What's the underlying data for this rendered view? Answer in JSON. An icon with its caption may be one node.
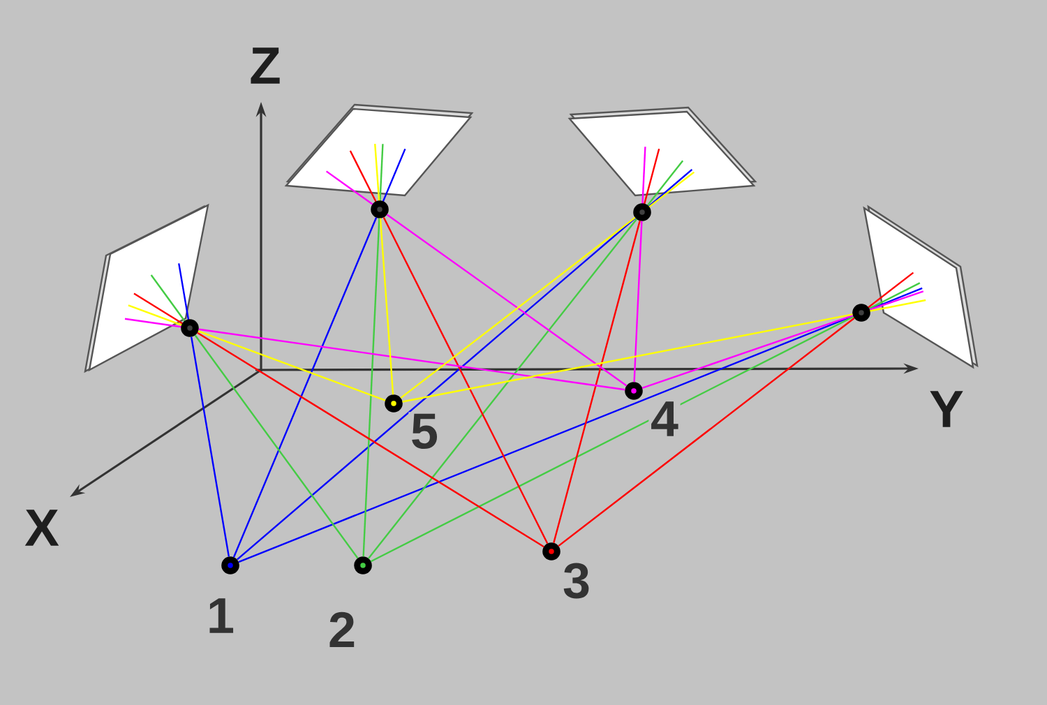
{
  "diagram": {
    "nodes": [
      {
        "text": [],
        "shape": "circle"
      },
      {
        "text": [],
        "shape": "circle"
      },
      {
        "text": [],
        "shape": "circle"
      },
      {
        "text": [],
        "shape": "circle"
      },
      {
        "text": [],
        "shape": "circle",
        "beside": [
          "1"
        ]
      },
      {
        "text": [],
        "shape": "circle",
        "beside": [
          "2"
        ]
      },
      {
        "text": [],
        "shape": "circle",
        "beside": [
          "3"
        ]
      },
      {
        "text": [],
        "shape": "circle",
        "beside": [
          "4"
        ]
      },
      {
        "text": [],
        "shape": "circle",
        "beside": [
          "5"
        ]
      }
    ],
    "edges": [
      {
        "from": 4,
        "to": 0,
        "arrow": "none",
        "color": "#0000ff"
      },
      {
        "from": 4,
        "to": 1,
        "arrow": "none",
        "color": "#0000ff"
      },
      {
        "from": 4,
        "to": 2,
        "arrow": "none",
        "color": "#0000ff"
      },
      {
        "from": 4,
        "to": 3,
        "arrow": "none",
        "color": "#0000ff"
      },
      {
        "from": 5,
        "to": 0,
        "arrow": "none",
        "color": "#44cc44"
      },
      {
        "from": 5,
        "to": 1,
        "arrow": "none",
        "color": "#44cc44"
      },
      {
        "from": 5,
        "to": 2,
        "arrow": "none",
        "color": "#44cc44"
      },
      {
        "from": 5,
        "to": 3,
        "arrow": "none",
        "color": "#44cc44"
      },
      {
        "from": 6,
        "to": 0,
        "arrow": "none",
        "color": "#ff0000"
      },
      {
        "from": 6,
        "to": 1,
        "arrow": "none",
        "color": "#ff0000"
      },
      {
        "from": 6,
        "to": 2,
        "arrow": "none",
        "color": "#ff0000"
      },
      {
        "from": 6,
        "to": 3,
        "arrow": "none",
        "color": "#ff0000"
      },
      {
        "from": 7,
        "to": 0,
        "arrow": "none",
        "color": "#ff00ff"
      },
      {
        "from": 7,
        "to": 1,
        "arrow": "none",
        "color": "#ff00ff"
      },
      {
        "from": 7,
        "to": 2,
        "arrow": "none",
        "color": "#ff00ff"
      },
      {
        "from": 7,
        "to": 3,
        "arrow": "none",
        "color": "#ff00ff"
      },
      {
        "from": 8,
        "to": 0,
        "arrow": "none",
        "color": "#ffff00"
      },
      {
        "from": 8,
        "to": 1,
        "arrow": "none",
        "color": "#ffff00"
      },
      {
        "from": 8,
        "to": 2,
        "arrow": "none",
        "color": "#ffff00"
      },
      {
        "from": 8,
        "to": 3,
        "arrow": "none",
        "color": "#ffff00"
      }
    ],
    "labels": [
      "Z",
      "Y",
      "X"
    ]
  }
}
